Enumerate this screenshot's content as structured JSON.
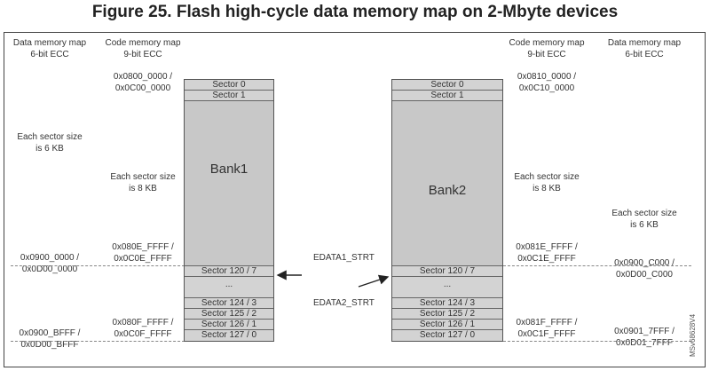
{
  "title": "Figure 25. Flash high-cycle data memory map on 2-Mbyte devices",
  "left": {
    "data_map_header": [
      "Data memory map",
      "6-bit ECC"
    ],
    "code_map_header": [
      "Code memory map",
      "9-bit ECC"
    ],
    "code_start_addr": [
      "0x0800_0000 /",
      "0x0C00_0000"
    ],
    "data_sector_size": [
      "Each sector size",
      "is 6 KB"
    ],
    "code_sector_size": [
      "Each sector size",
      "is 8 KB"
    ],
    "code_edata_addr": [
      "0x080E_FFFF /",
      "0x0C0E_FFFF"
    ],
    "data_start_addr": [
      "0x0900_0000 /",
      "0x0D00_0000"
    ],
    "code_end_addr": [
      "0x080F_FFFF /",
      "0x0C0F_FFFF"
    ],
    "data_end_addr": [
      "0x0900_BFFF /",
      "0x0D00_BFFF"
    ]
  },
  "right": {
    "code_map_header": [
      "Code memory map",
      "9-bit ECC"
    ],
    "data_map_header": [
      "Data memory map",
      "6-bit ECC"
    ],
    "code_start_addr": [
      "0x0810_0000 /",
      "0x0C10_0000"
    ],
    "code_sector_size": [
      "Each sector size",
      "is 8 KB"
    ],
    "data_sector_size": [
      "Each sector size",
      "is 6 KB"
    ],
    "code_edata_addr": [
      "0x081E_FFFF /",
      "0x0C1E_FFFF"
    ],
    "data_start_addr": [
      "0x0900_C000 /",
      "0x0D00_C000"
    ],
    "code_end_addr": [
      "0x081F_FFFF /",
      "0x0C1F_FFFF"
    ],
    "data_end_addr": [
      "0x0901_7FFF /",
      "0x0D01_7FFF"
    ]
  },
  "bank1": {
    "name": "Bank1",
    "top_sectors": [
      "Sector 0",
      "Sector 1"
    ],
    "bottom_sectors": [
      "Sector 120 / 7",
      "...",
      "Sector 124 / 3",
      "Sector 125 / 2",
      "Sector 126 / 1",
      "Sector 127 / 0"
    ]
  },
  "bank2": {
    "name": "Bank2",
    "top_sectors": [
      "Sector 0",
      "Sector 1"
    ],
    "bottom_sectors": [
      "Sector 120 / 7",
      "...",
      "Sector 124 / 3",
      "Sector 125 / 2",
      "Sector 126 / 1",
      "Sector 127 / 0"
    ]
  },
  "edata1_label": "EDATA1_STRT",
  "edata2_label": "EDATA2_STRT",
  "ref_code": "MSv68628V4"
}
